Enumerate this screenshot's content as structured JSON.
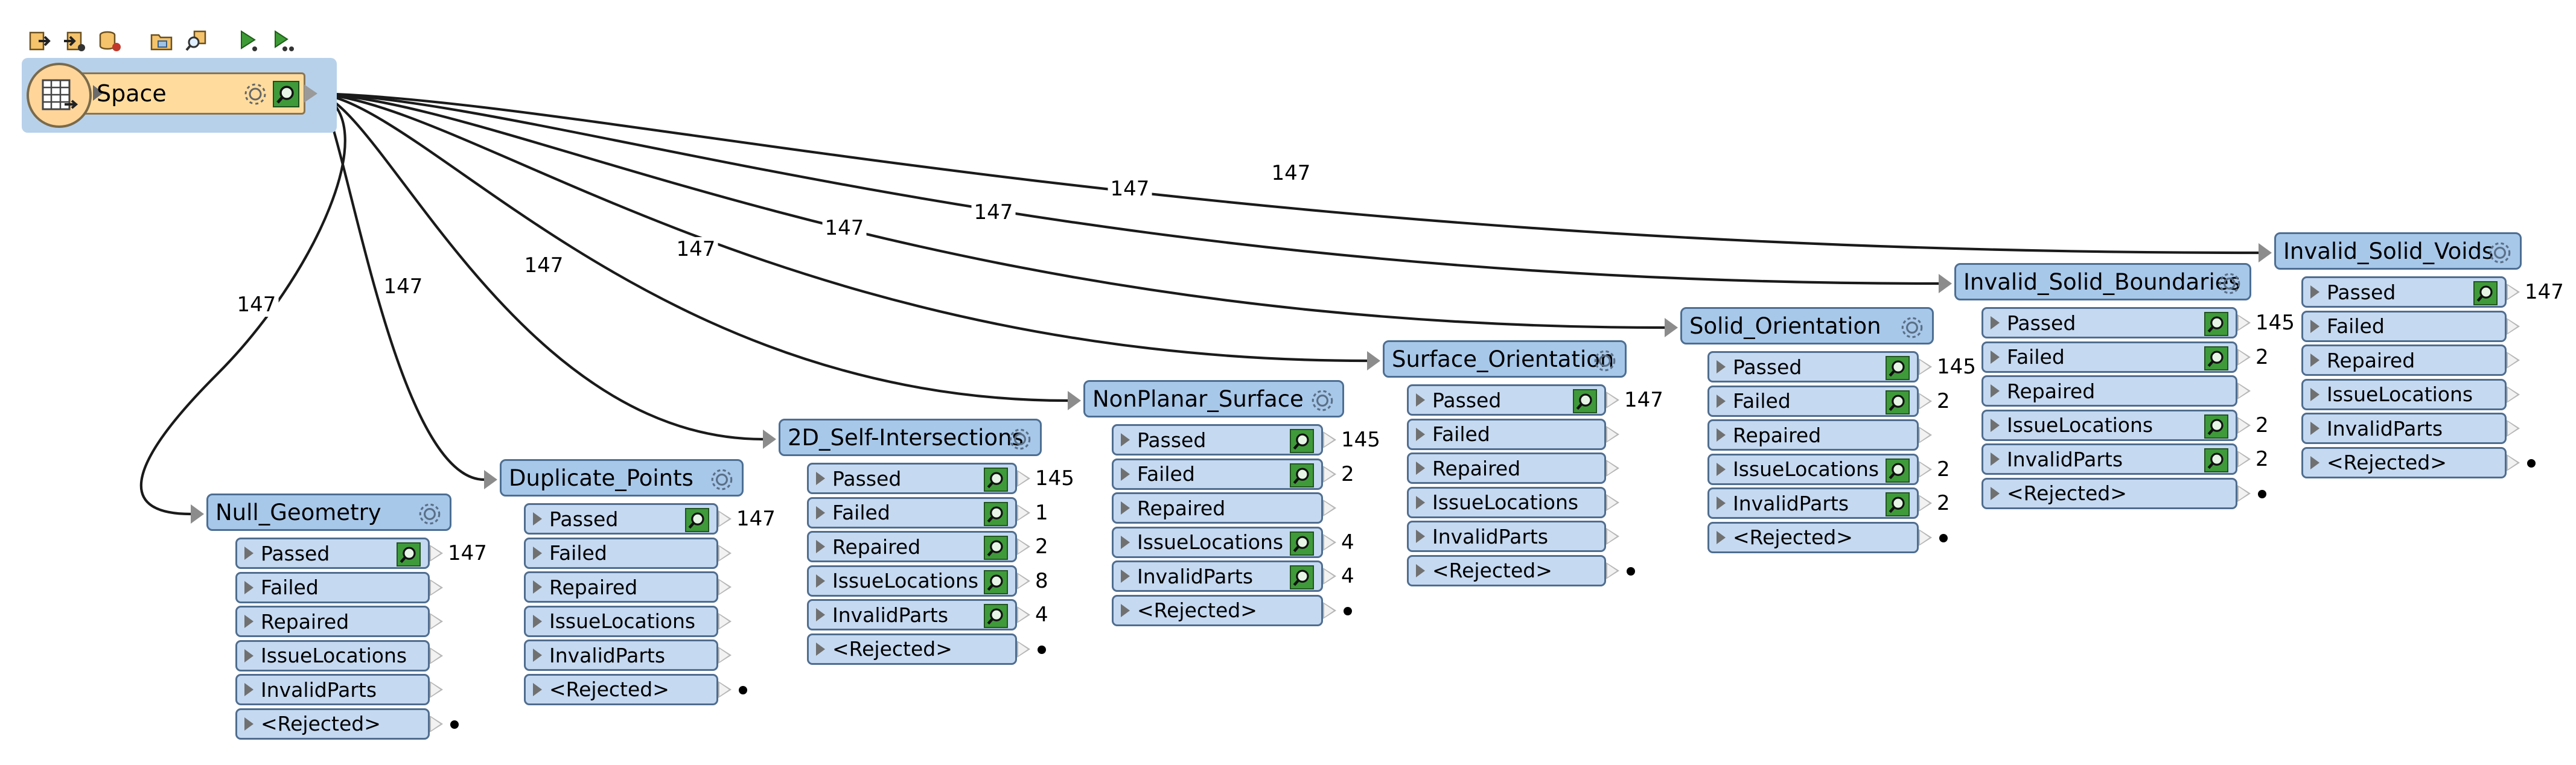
{
  "toolbar": {
    "buttons": [
      "export-icon",
      "import-icon",
      "save-icon",
      "open-folder-icon",
      "search-icon",
      "run-icon",
      "run-step-icon"
    ]
  },
  "reader": {
    "name": "Space"
  },
  "wire_labels": [
    "147",
    "147",
    "147",
    "147",
    "147",
    "147",
    "147",
    "147"
  ],
  "ports": {
    "passed": "Passed",
    "failed": "Failed",
    "repaired": "Repaired",
    "issue_locations": "IssueLocations",
    "invalid_parts": "InvalidParts",
    "rejected": "<Rejected>"
  },
  "transformers": [
    {
      "name": "Null_Geometry",
      "counts": {
        "passed": "147",
        "failed": "",
        "repaired": "",
        "issue_locations": "",
        "invalid_parts": ""
      }
    },
    {
      "name": "Duplicate_Points",
      "counts": {
        "passed": "147",
        "failed": "",
        "repaired": "",
        "issue_locations": "",
        "invalid_parts": ""
      }
    },
    {
      "name": "2D_Self-Intersections",
      "counts": {
        "passed": "145",
        "failed": "1",
        "repaired": "2",
        "issue_locations": "8",
        "invalid_parts": "4"
      }
    },
    {
      "name": "NonPlanar_Surface",
      "counts": {
        "passed": "145",
        "failed": "2",
        "repaired": "",
        "issue_locations": "4",
        "invalid_parts": "4"
      }
    },
    {
      "name": "Surface_Orientation",
      "counts": {
        "passed": "147",
        "failed": "",
        "repaired": "",
        "issue_locations": "",
        "invalid_parts": ""
      }
    },
    {
      "name": "Solid_Orientation",
      "counts": {
        "passed": "145",
        "failed": "2",
        "repaired": "",
        "issue_locations": "2",
        "invalid_parts": "2"
      }
    },
    {
      "name": "Invalid_Solid_Boundaries",
      "counts": {
        "passed": "145",
        "failed": "2",
        "repaired": "",
        "issue_locations": "2",
        "invalid_parts": "2"
      }
    },
    {
      "name": "Invalid_Solid_Voids",
      "counts": {
        "passed": "147",
        "failed": "",
        "repaired": "",
        "issue_locations": "",
        "invalid_parts": ""
      }
    }
  ]
}
